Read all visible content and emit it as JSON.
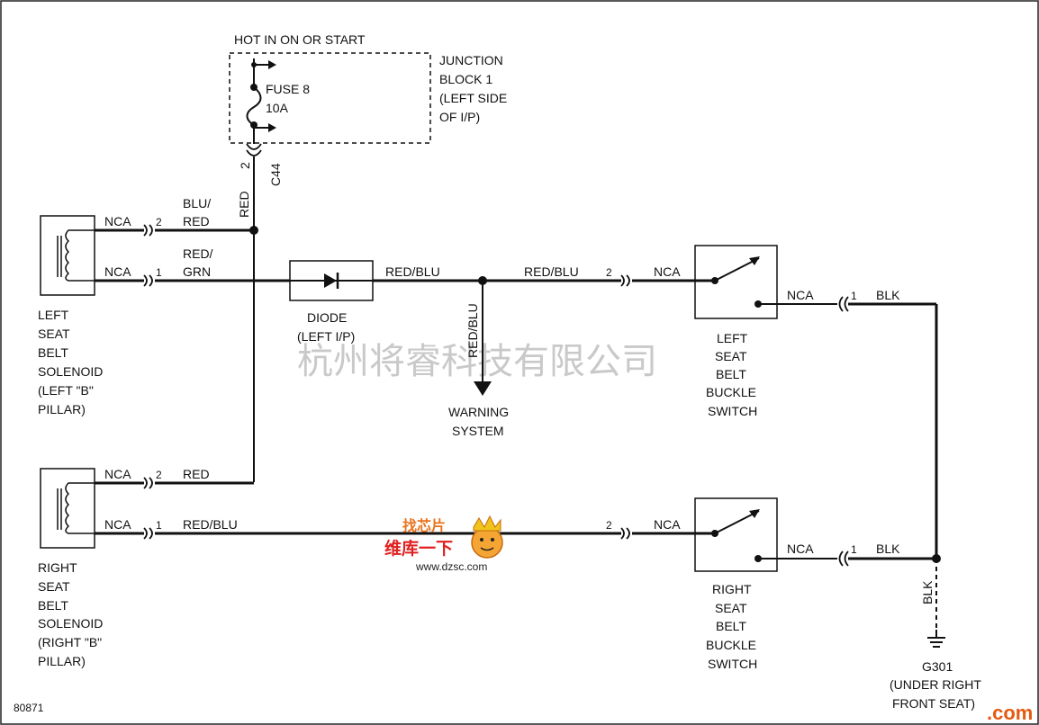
{
  "diagram": {
    "figure_id": "80871",
    "watermark": "杭州将睿科技有限公司",
    "junction_block": {
      "hot_label": "HOT IN ON OR START",
      "fuse_name": "FUSE 8",
      "fuse_rating": "10A",
      "title": [
        "JUNCTION",
        "BLOCK 1",
        "(LEFT SIDE",
        "OF I/P)"
      ],
      "connector": "C44",
      "pin": "2"
    },
    "left_solenoid": {
      "label": [
        "LEFT",
        "SEAT",
        "BELT",
        "SOLENOID",
        "(LEFT \"B\"",
        "PILLAR)"
      ],
      "pin_top": "2",
      "pin_bottom": "1",
      "nca_top": "NCA",
      "nca_bottom": "NCA",
      "wire_top": [
        "BLU/",
        "RED"
      ],
      "wire_bottom": [
        "RED/",
        "GRN"
      ]
    },
    "right_solenoid": {
      "label": [
        "RIGHT",
        "SEAT",
        "BELT",
        "SOLENOID",
        "(RIGHT \"B\"",
        "PILLAR)"
      ],
      "pin_top": "2",
      "pin_bottom": "1",
      "nca_top": "NCA",
      "nca_bottom": "NCA",
      "wire_top": "RED",
      "wire_bottom": "RED/BLU"
    },
    "fuse_wire": "RED",
    "diode": {
      "label": [
        "DIODE",
        "(LEFT I/P)"
      ],
      "out_wire": "RED/BLU"
    },
    "warning": {
      "wire": "RED/BLU",
      "label": [
        "WARNING",
        "SYSTEM"
      ]
    },
    "left_switch": {
      "in_wire": "RED/BLU",
      "in_pin": "2",
      "in_nca": "NCA",
      "out_nca": "NCA",
      "out_pin": "1",
      "out_wire": "BLK",
      "label": [
        "LEFT",
        "SEAT",
        "BELT",
        "BUCKLE",
        "SWITCH"
      ]
    },
    "right_switch": {
      "in_pin": "2",
      "in_nca": "NCA",
      "out_nca": "NCA",
      "out_pin": "1",
      "out_wire": "BLK",
      "label": [
        "RIGHT",
        "SEAT",
        "BELT",
        "BUCKLE",
        "SWITCH"
      ]
    },
    "ground": {
      "wire": "BLK",
      "label": [
        "G301",
        "(UNDER RIGHT",
        "FRONT SEAT)"
      ]
    },
    "logo": {
      "top": "找芯片",
      "main": "维库一下",
      "url": "www.dzsc.com",
      "corner": ".com"
    }
  }
}
